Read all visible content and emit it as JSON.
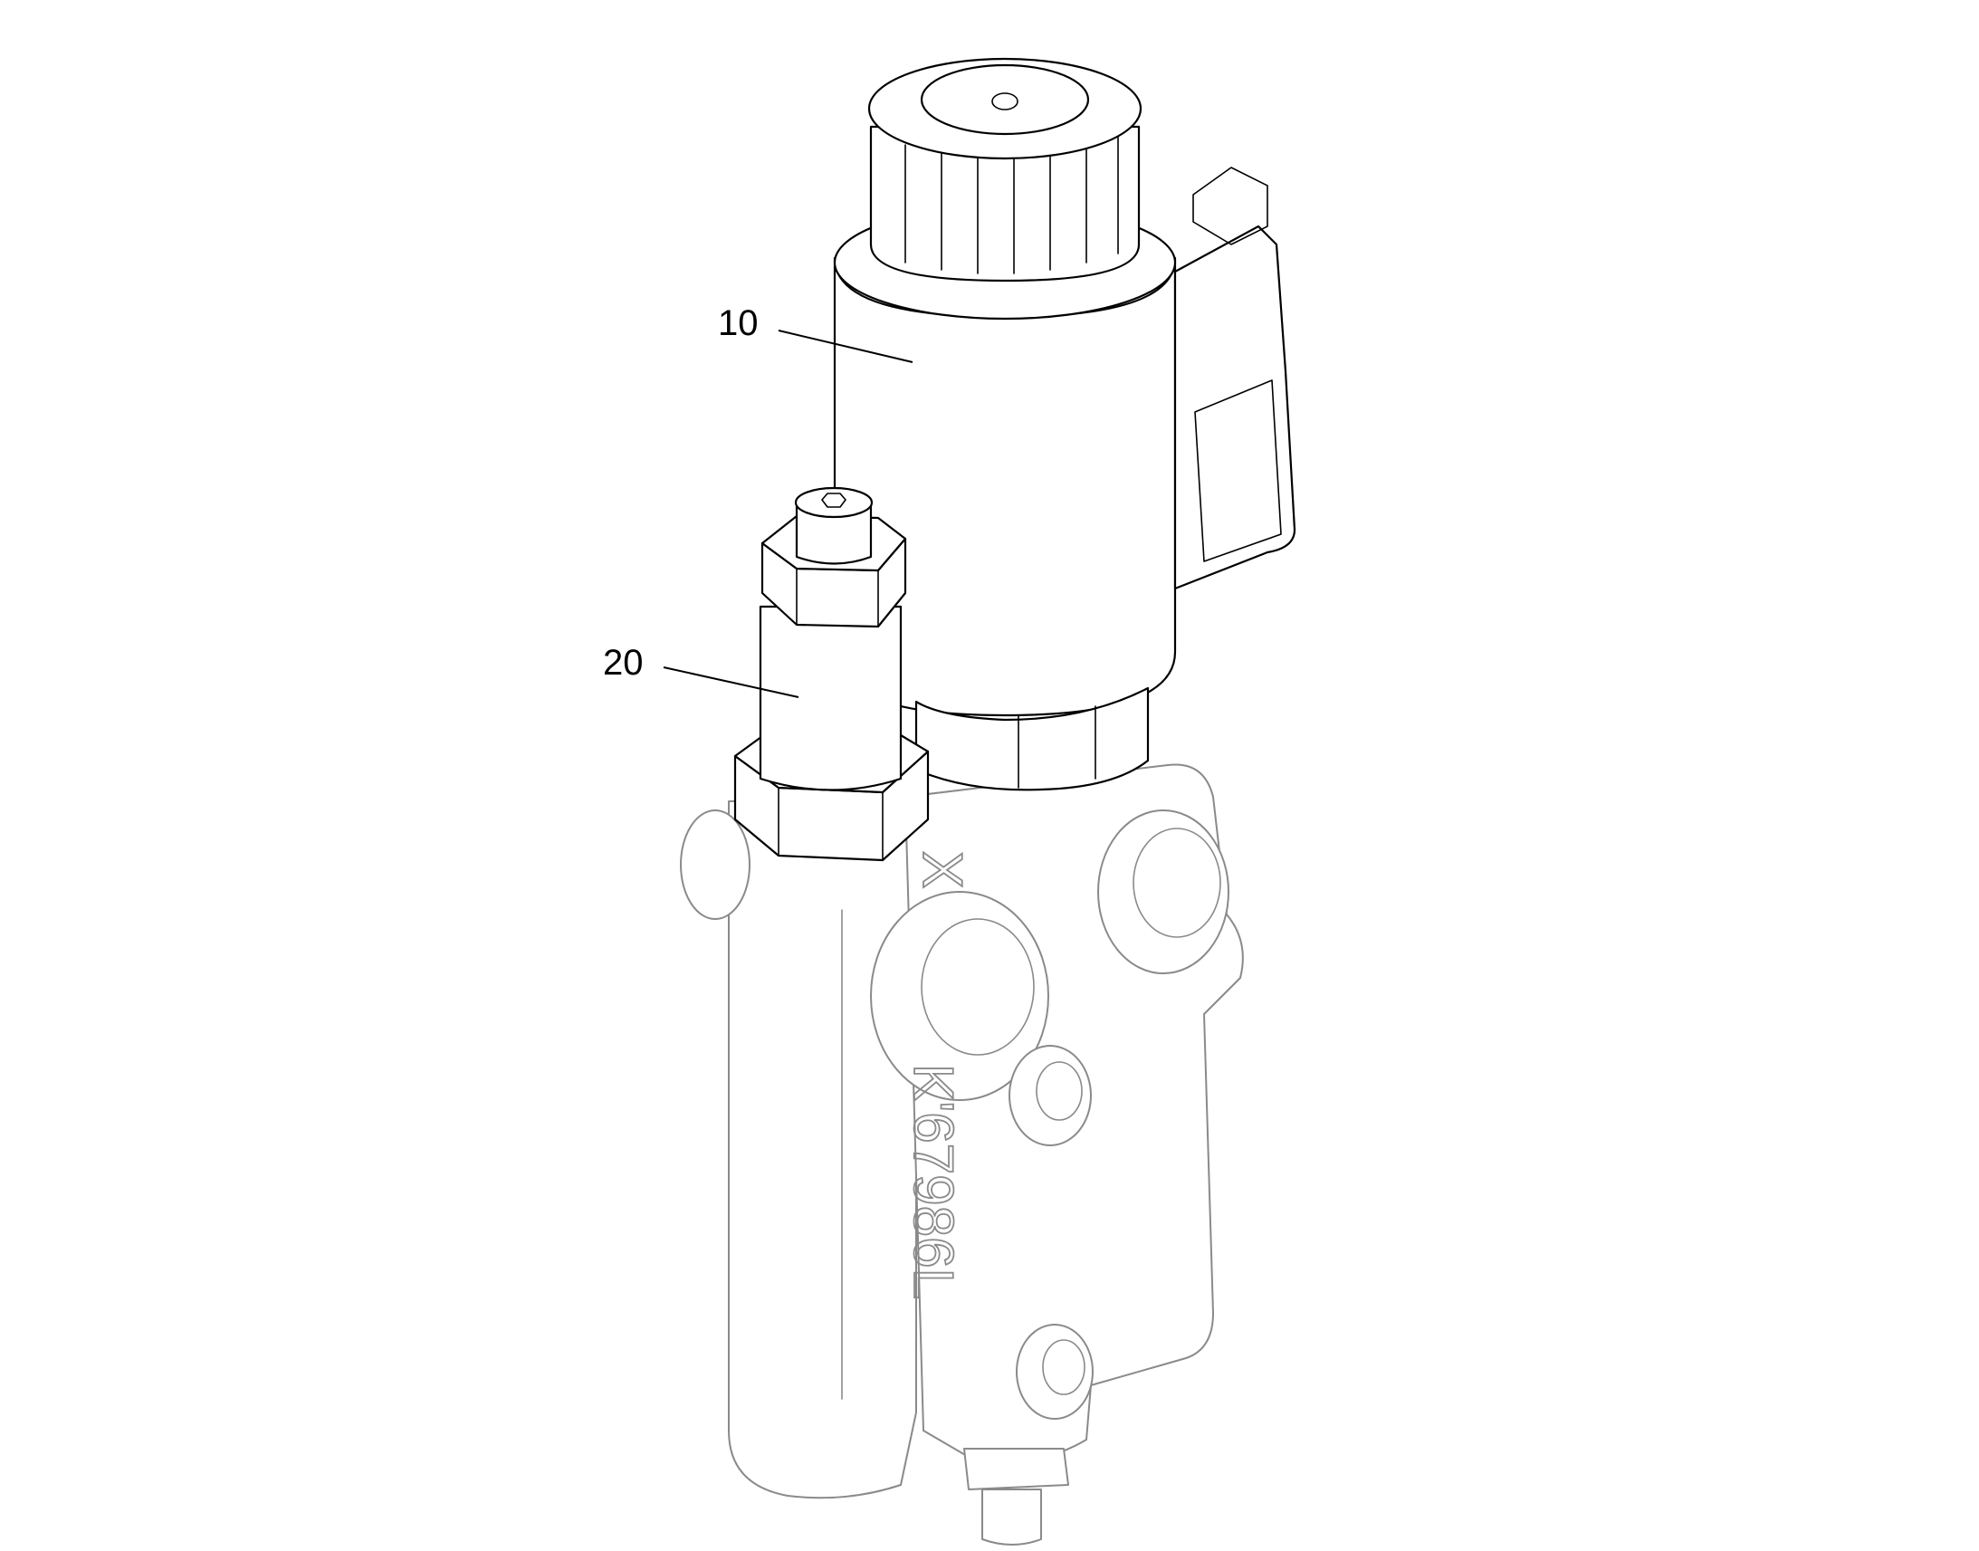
{
  "callouts": [
    {
      "id": "10",
      "label": "10"
    },
    {
      "id": "20",
      "label": "20"
    }
  ],
  "engravings": {
    "body_marking": "K'67986L",
    "port_marking": "X"
  },
  "colors": {
    "line": "#000000",
    "ghost_line": "#8a8a8a",
    "background": "#ffffff"
  }
}
